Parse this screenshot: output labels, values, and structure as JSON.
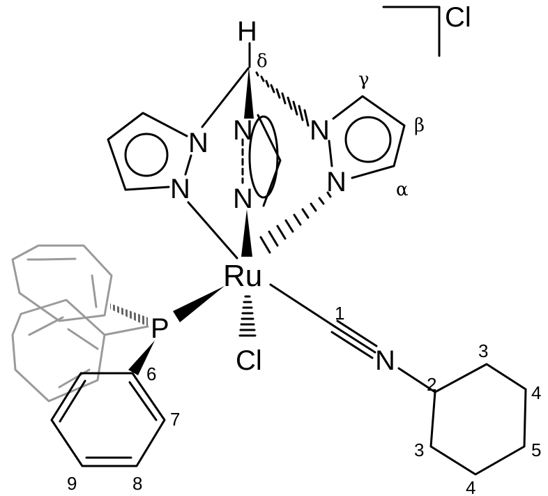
{
  "atoms": {
    "hydrogen": "H",
    "counterion": "Cl",
    "ruthenium": "Ru",
    "phosphorus": "P",
    "chloride": "Cl",
    "nitrile_n": "N",
    "pz_left_n1": "N",
    "pz_left_n2": "N",
    "pz_mid_n1": "N",
    "pz_mid_n2": "N",
    "pz_right_n1": "N",
    "pz_right_n2": "N"
  },
  "greek_labels": {
    "delta": "δ",
    "gamma": "γ",
    "beta": "β",
    "alpha": "α"
  },
  "position_labels": {
    "c1": "1",
    "c2": "2",
    "c3_top": "3",
    "c4_right": "4",
    "c5": "5",
    "c4_bottom": "4",
    "c3_bottom": "3",
    "c6": "6",
    "c7": "7",
    "c8": "8",
    "c9": "9"
  },
  "colors": {
    "bond": "#000000",
    "background_phenyl": "#9a9a9a"
  }
}
